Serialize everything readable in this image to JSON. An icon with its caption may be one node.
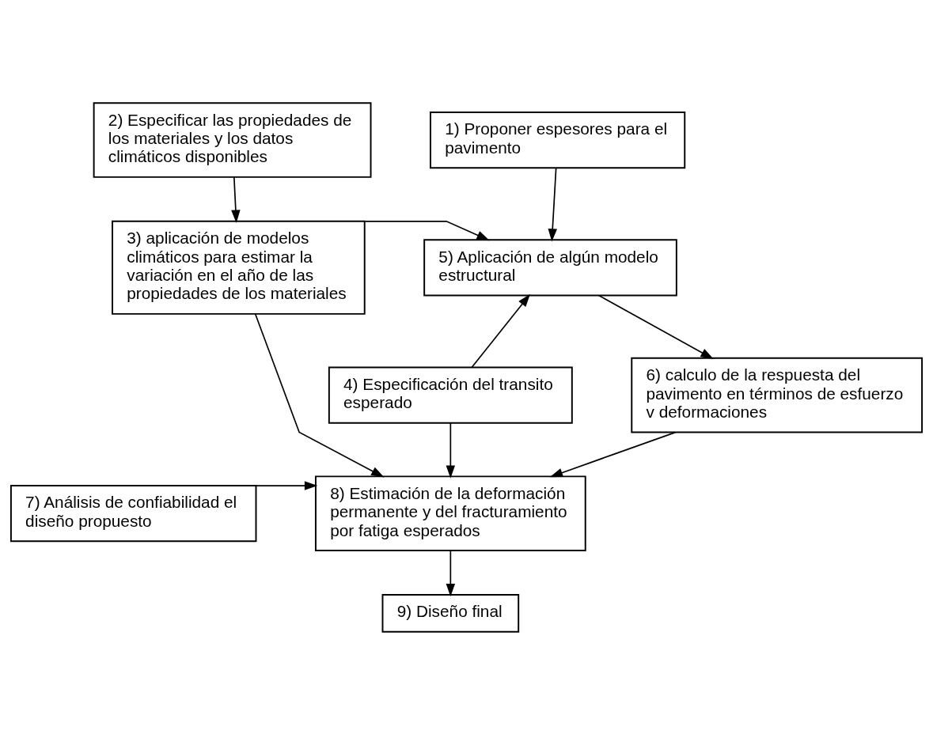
{
  "diagram": {
    "nodes": [
      {
        "text": [
          "2) Especificar las propiedades de los materiales y los datos climáticos disponibles"
        ]
      },
      {
        "text": [
          "1) Proponer espesores para el pavimento"
        ]
      },
      {
        "text": [
          "3) aplicación de modelos climáticos para estimar la variación en el año de las propiedades de los materiales"
        ]
      },
      {
        "text": [
          "5) Aplicación de algún modelo estructural"
        ]
      },
      {
        "text": [
          "4) Especificación del transito esperado"
        ]
      },
      {
        "text": [
          "6) calculo de la respuesta del pavimento en términos de esfuerzo v deformaciones"
        ]
      },
      {
        "text": [
          "8) Estimación de la deformación permanente y del fracturamiento por fatiga esperados"
        ]
      },
      {
        "text": [
          "7) Análisis de confiabilidad el diseño propuesto"
        ]
      },
      {
        "text": [
          "9) Diseño final"
        ]
      }
    ],
    "edges": [
      {
        "from": 0,
        "to": 2,
        "arrow": "to"
      },
      {
        "from": 1,
        "to": 3,
        "arrow": "to"
      },
      {
        "from": 2,
        "to": 3,
        "arrow": "to"
      },
      {
        "from": 4,
        "to": 3,
        "arrow": "to"
      },
      {
        "from": 3,
        "to": 5,
        "arrow": "to"
      },
      {
        "from": 5,
        "to": 6,
        "arrow": "to"
      },
      {
        "from": 4,
        "to": 6,
        "arrow": "to"
      },
      {
        "from": 2,
        "to": 6,
        "arrow": "to"
      },
      {
        "from": 7,
        "to": 6,
        "arrow": "to"
      },
      {
        "from": 6,
        "to": 8,
        "arrow": "to"
      }
    ]
  }
}
